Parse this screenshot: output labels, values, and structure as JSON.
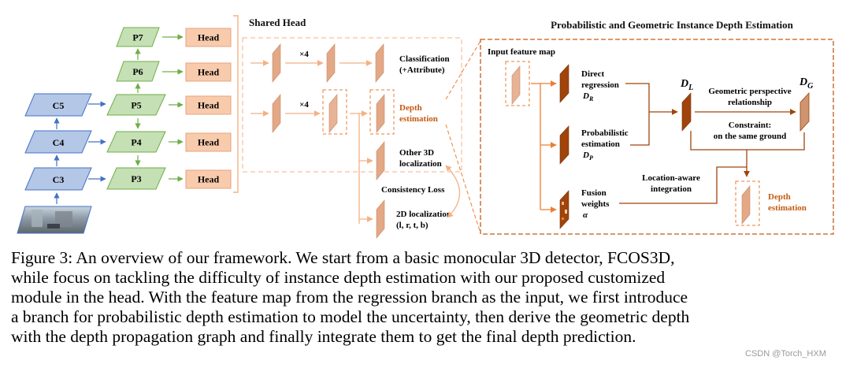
{
  "figure": {
    "titles": {
      "shared_head": "Shared Head",
      "depth_module": "Probabilistic and Geometric Instance Depth Estimation"
    },
    "fpn": {
      "backbone": [
        "C5",
        "C4",
        "C3"
      ],
      "pyramid": [
        "P7",
        "P6",
        "P5",
        "P4",
        "P3"
      ],
      "head_label": "Head"
    },
    "shared_head": {
      "repeat_label": "×4",
      "classification": [
        "Classification",
        "(+Attribute)"
      ],
      "depth_estimation": [
        "Depth",
        "estimation"
      ],
      "other_3d": [
        "Other 3D",
        "localization"
      ],
      "consistency_loss": "Consistency Loss",
      "localization_2d": [
        "2D localization",
        "(l, r, t, b)"
      ]
    },
    "depth_module": {
      "input_feature_map": "Input feature map",
      "direct_regression": [
        "Direct",
        "regression"
      ],
      "direct_symbol": "D",
      "direct_sub": "R",
      "probabilistic": [
        "Probabilistic",
        "estimation"
      ],
      "prob_symbol": "D",
      "prob_sub": "P",
      "fusion": [
        "Fusion",
        "weights"
      ],
      "fusion_symbol": "α",
      "dl_symbol": "D",
      "dl_sub": "L",
      "dg_symbol": "D",
      "dg_sub": "G",
      "geometric": [
        "Geometric perspective",
        "relationship"
      ],
      "constraint": [
        "Constraint:",
        "on the same ground"
      ],
      "location_aware": [
        "Location-aware",
        "integration"
      ],
      "output": [
        "Depth",
        "estimation"
      ]
    }
  },
  "caption": {
    "lines": [
      "Figure 3: An overview of our framework. We start from a basic monocular 3D detector, FCOS3D,",
      "while focus on tackling the difficulty of instance depth estimation with our proposed customized",
      "module in the head. With the feature map from the regression branch as the input, we first introduce",
      "a branch for probabilistic depth estimation to model the uncertainty, then derive the geometric depth",
      "with the depth propagation graph and finally integrate them to get the final depth prediction."
    ]
  },
  "watermark": "CSDN @Torch_HXM",
  "colors": {
    "blue_fill": "#b4c7e7",
    "blue_stroke": "#4472c4",
    "green_fill": "#c5e0b4",
    "green_stroke": "#70ad47",
    "peach_fill": "#f8cbad",
    "head_stroke": "#e8a37c",
    "orange_arrow": "#ed7d31",
    "dark_orange": "#c55a11",
    "brown": "#a0440b"
  }
}
